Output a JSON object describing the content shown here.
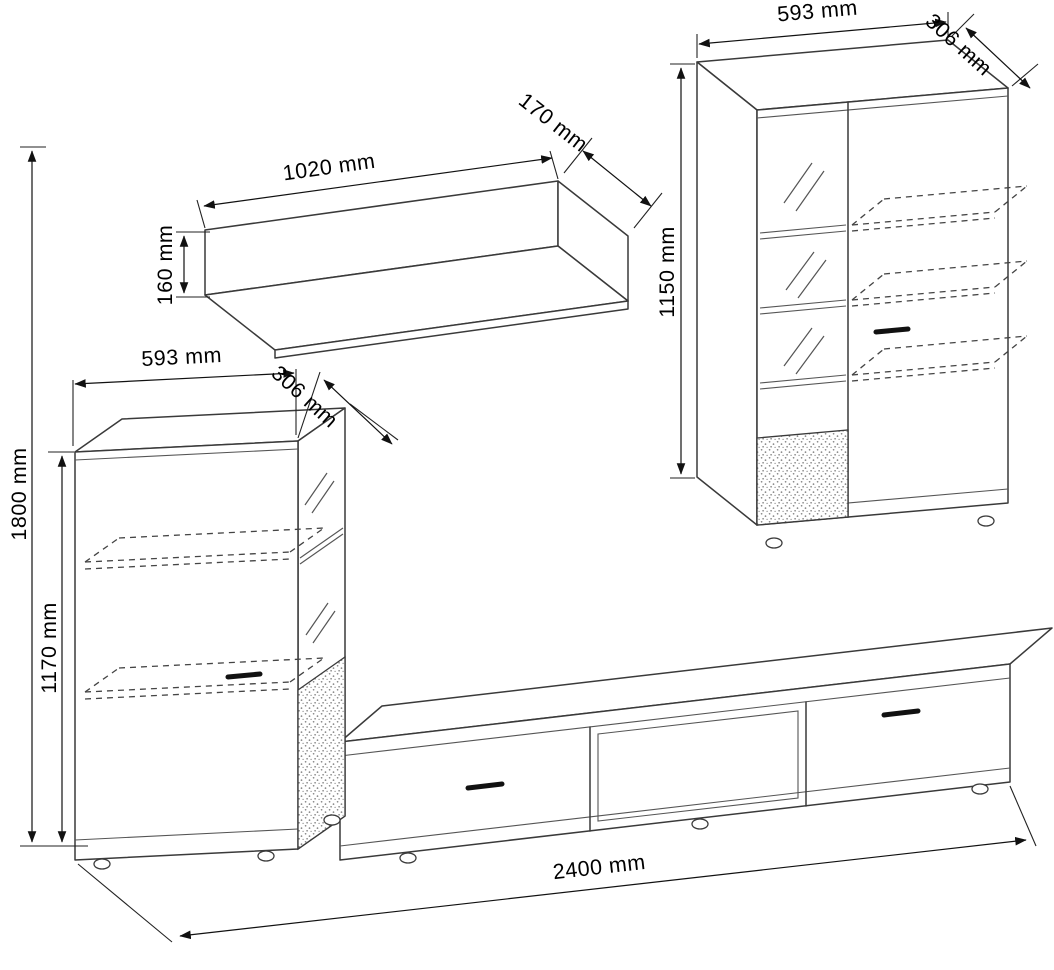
{
  "diagram": {
    "unit": "mm",
    "shelf": {
      "width": "1020 mm",
      "depth": "170 mm",
      "height": "160 mm"
    },
    "left_cabinet": {
      "width": "593 mm",
      "depth": "306 mm",
      "height": "1170 mm"
    },
    "right_cabinet": {
      "width": "593 mm",
      "depth": "306 mm",
      "height": "1150 mm"
    },
    "wall_unit": {
      "total_height": "1800 mm",
      "total_width": "2400 mm"
    }
  }
}
